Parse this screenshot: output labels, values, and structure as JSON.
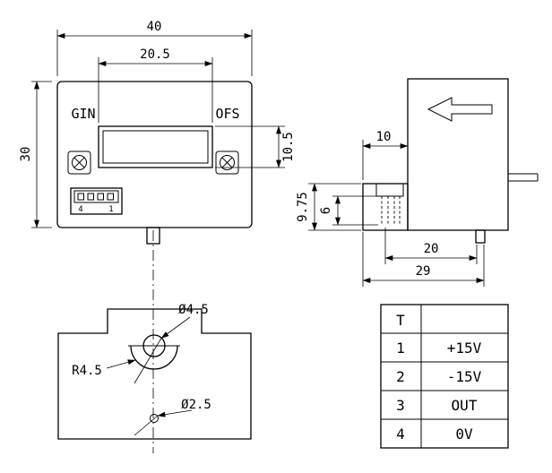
{
  "drawing": {
    "front_view": {
      "dim_overall_width": "40",
      "dim_window_width": "20.5",
      "dim_overall_height": "30",
      "dim_window_height": "10.5",
      "label_gain": "GIN",
      "label_offset": "OFS",
      "connector_pin_left": "4",
      "connector_pin_right": "1"
    },
    "side_view": {
      "dim_tab_width": "10",
      "dim_base_height": "9.75",
      "dim_pin_length": "6",
      "dim_pin_spacing": "20",
      "dim_overall_depth": "29"
    },
    "bottom_view": {
      "dim_hole_diameter": "Ø4.5",
      "dim_boss_radius": "R4.5",
      "dim_small_hole_diameter": "Ø2.5"
    },
    "pin_table": {
      "header": "T",
      "rows": [
        {
          "pin": "1",
          "signal": "+15V"
        },
        {
          "pin": "2",
          "signal": "-15V"
        },
        {
          "pin": "3",
          "signal": "OUT"
        },
        {
          "pin": "4",
          "signal": "0V"
        }
      ]
    }
  }
}
